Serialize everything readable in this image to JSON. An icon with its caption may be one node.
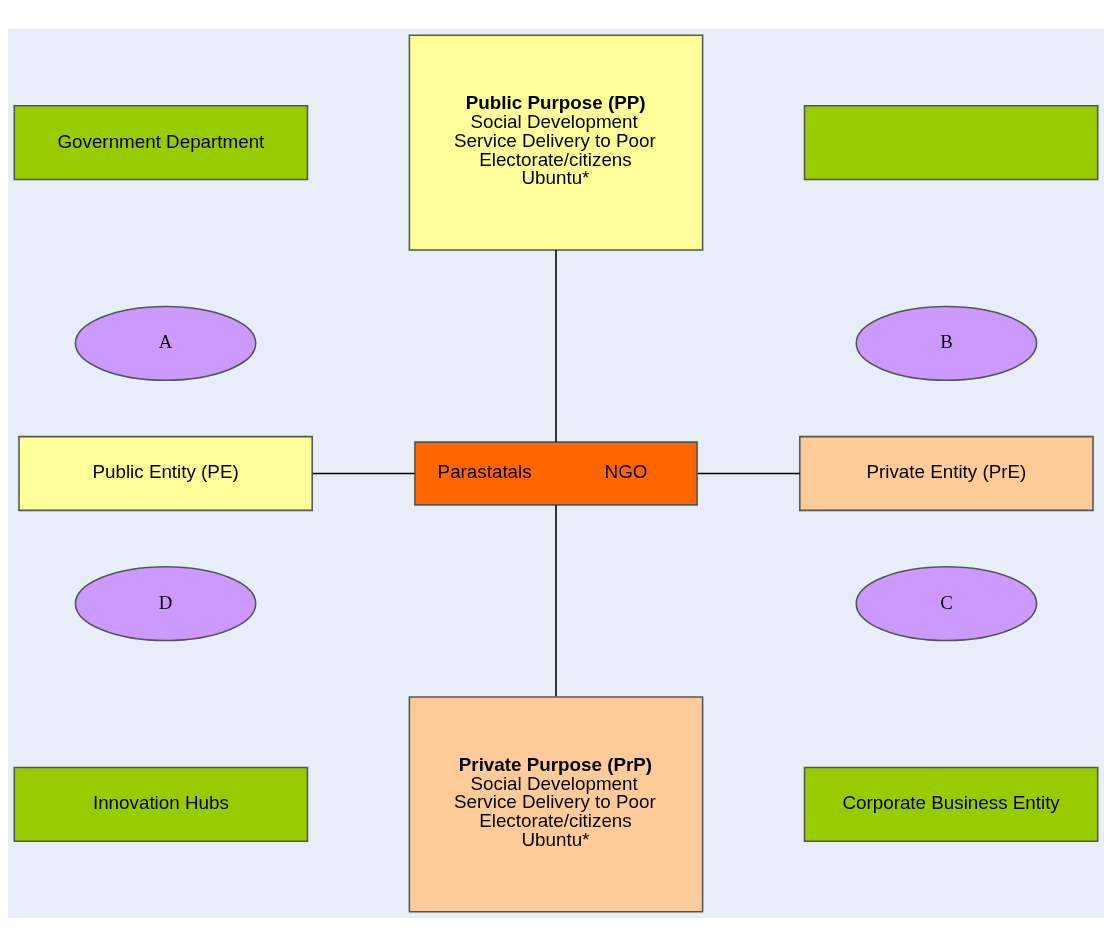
{
  "diagram": {
    "nodes": [
      {
        "text": [
          "Public Purpose (PP)",
          "Social Development Service Delivery to Poor Electorate/citizens Ubuntu*"
        ]
      },
      {
        "text": [
          "Government Department"
        ]
      },
      {
        "text": [],
        "shape": "box"
      },
      {
        "text": [
          "A"
        ]
      },
      {
        "text": [
          "B"
        ]
      },
      {
        "text": [
          "Public Entity (PE)"
        ]
      },
      {
        "text": [
          "Parastatals",
          "NGO"
        ]
      },
      {
        "text": [
          "Private Entity (PrE)"
        ]
      },
      {
        "text": [
          "D"
        ]
      },
      {
        "text": [
          "C"
        ]
      },
      {
        "text": [
          "Innovation Hubs"
        ]
      },
      {
        "text": [
          "Private Purpose (PrP)",
          "Social Development Service Delivery to Poor Electorate/citizens Ubuntu*"
        ]
      },
      {
        "text": [
          "Corporate Business Entity"
        ]
      }
    ],
    "edges": [
      {
        "from": 0,
        "to": 6,
        "arrow": "none"
      },
      {
        "from": 6,
        "to": 11,
        "arrow": "none"
      },
      {
        "from": 5,
        "to": 6,
        "arrow": "none"
      },
      {
        "from": 6,
        "to": 7,
        "arrow": "none"
      }
    ]
  }
}
